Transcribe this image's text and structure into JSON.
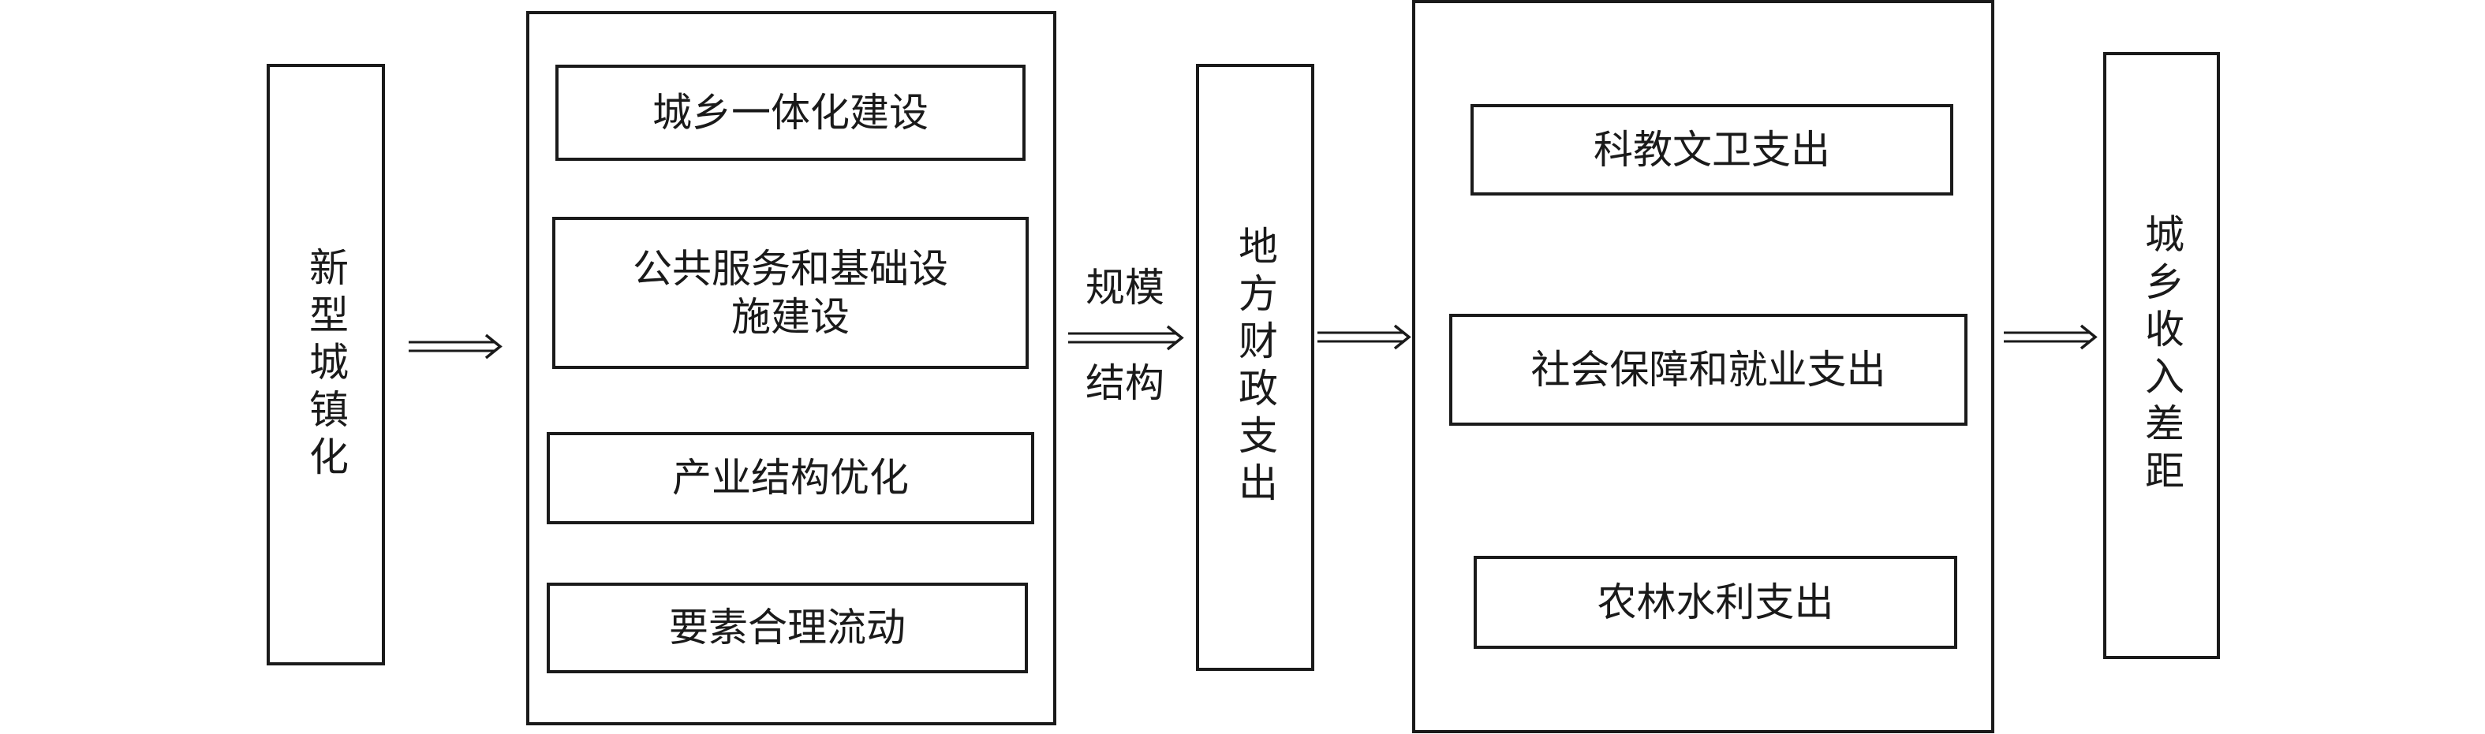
{
  "diagram": {
    "start_node": {
      "label": "新型城镇化"
    },
    "channels": {
      "items": [
        {
          "label": "城乡一体化建设"
        },
        {
          "label": "公共服务和基础设施建设"
        },
        {
          "label": "产业结构优化"
        },
        {
          "label": "要素合理流动"
        }
      ]
    },
    "edge_labels": {
      "top": "规模",
      "bottom": "结构"
    },
    "middle_node": {
      "label": "地方财政支出"
    },
    "expenditures": {
      "items": [
        {
          "label": "科教文卫支出"
        },
        {
          "label": "社会保障和就业支出"
        },
        {
          "label": "农林水利支出"
        }
      ]
    },
    "end_node": {
      "label": "城乡收入差距"
    }
  }
}
